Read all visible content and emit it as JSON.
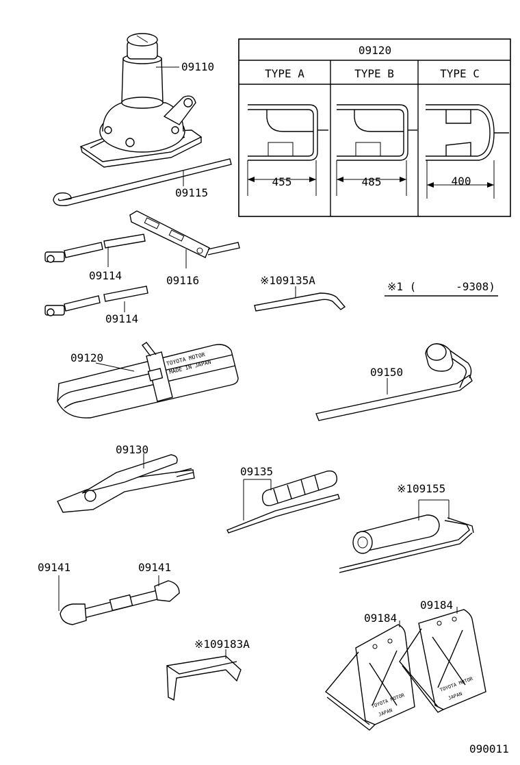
{
  "labels": {
    "jack": "09110",
    "jack_handle": "09115",
    "extension_upper": "09114",
    "extension_lower": "09114",
    "handle_bar": "09116",
    "pin": "※109135A",
    "note": "※1 (      -9308)",
    "tool_bag": "09120",
    "wheel_wrench": "09150",
    "pliers": "09130",
    "screwdriver": "09135",
    "socket_wrench": "※109155",
    "spanner_left": "09141",
    "spanner_right": "09141",
    "clip": "※109183A",
    "chock_left": "09184",
    "chock_right": "09184",
    "figure_code": "090011"
  },
  "table": {
    "title": "09120",
    "types": [
      {
        "name": "TYPE  A",
        "dimension": "455"
      },
      {
        "name": "TYPE  B",
        "dimension": "485"
      },
      {
        "name": "TYPE  C",
        "dimension": "400"
      }
    ]
  },
  "bag_print": [
    "TOYOTA MOTOR",
    "MADE IN JAPAN"
  ],
  "chock_print": [
    "TOYOTA MOTOR",
    "JAPAN"
  ]
}
